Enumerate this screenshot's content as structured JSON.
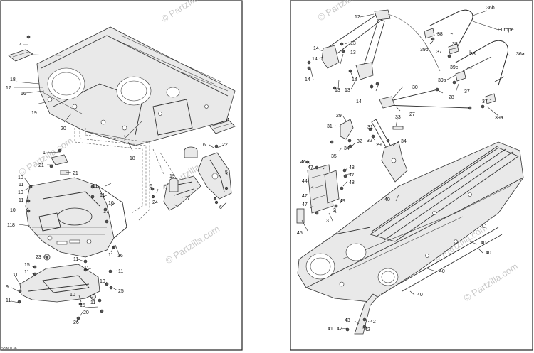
{
  "diagram": {
    "code": "SSM1136",
    "watermark": "© Partzilla.com",
    "callouts_left": [
      {
        "id": "c4a",
        "text": "4"
      },
      {
        "id": "c18a",
        "text": "18"
      },
      {
        "id": "c17a",
        "text": "17"
      },
      {
        "id": "c16a",
        "text": "16"
      },
      {
        "id": "c19a",
        "text": "19"
      },
      {
        "id": "c20a",
        "text": "20"
      },
      {
        "id": "c4b",
        "text": "4"
      },
      {
        "id": "c18b",
        "text": "18"
      },
      {
        "id": "c6a",
        "text": "6"
      },
      {
        "id": "c22",
        "text": "22"
      },
      {
        "id": "c1",
        "text": "1"
      },
      {
        "id": "c21a",
        "text": "21"
      },
      {
        "id": "c21b",
        "text": "21"
      },
      {
        "id": "c10a",
        "text": "10"
      },
      {
        "id": "c11a",
        "text": "11"
      },
      {
        "id": "c10b",
        "text": "10"
      },
      {
        "id": "c11b",
        "text": "11"
      },
      {
        "id": "c10c",
        "text": "10"
      },
      {
        "id": "c11c",
        "text": "11"
      },
      {
        "id": "c11d",
        "text": "11"
      },
      {
        "id": "c10d",
        "text": "10"
      },
      {
        "id": "c17b",
        "text": "17"
      },
      {
        "id": "c11e",
        "text": "11"
      },
      {
        "id": "c8",
        "text": "8"
      },
      {
        "id": "c11f",
        "text": "11"
      },
      {
        "id": "c16b",
        "text": "16"
      },
      {
        "id": "c19b",
        "text": "19"
      },
      {
        "id": "c6b",
        "text": "6"
      },
      {
        "id": "c24",
        "text": "24"
      },
      {
        "id": "c7",
        "text": "7"
      },
      {
        "id": "c5",
        "text": "5"
      },
      {
        "id": "c6c",
        "text": "6"
      },
      {
        "id": "c23",
        "text": "23"
      },
      {
        "id": "c15a",
        "text": "15"
      },
      {
        "id": "c11g",
        "text": "11"
      },
      {
        "id": "c11h",
        "text": "11"
      },
      {
        "id": "c11i",
        "text": "11"
      },
      {
        "id": "c9",
        "text": "9"
      },
      {
        "id": "c11j",
        "text": "11"
      },
      {
        "id": "c11k",
        "text": "11"
      },
      {
        "id": "c11l",
        "text": "11"
      },
      {
        "id": "c10e",
        "text": "10"
      },
      {
        "id": "c11m",
        "text": "11"
      },
      {
        "id": "c15b",
        "text": "15"
      },
      {
        "id": "c20b",
        "text": "20"
      },
      {
        "id": "c26",
        "text": "26"
      },
      {
        "id": "c25",
        "text": "25"
      },
      {
        "id": "c10f",
        "text": "10"
      }
    ],
    "callouts_right": [
      {
        "id": "c12",
        "text": "12"
      },
      {
        "id": "c13a",
        "text": "13"
      },
      {
        "id": "c14a",
        "text": "14"
      },
      {
        "id": "c14b",
        "text": "14"
      },
      {
        "id": "c14c",
        "text": "14"
      },
      {
        "id": "c13b",
        "text": "13"
      },
      {
        "id": "c14d",
        "text": "14"
      },
      {
        "id": "c13c",
        "text": "13"
      },
      {
        "id": "c13d",
        "text": "13"
      },
      {
        "id": "c14e",
        "text": "14"
      },
      {
        "id": "c36b",
        "text": "36b"
      },
      {
        "id": "cEurope",
        "text": "Europe"
      },
      {
        "id": "c38a",
        "text": "38"
      },
      {
        "id": "c39b",
        "text": "39b"
      },
      {
        "id": "c37a",
        "text": "37"
      },
      {
        "id": "c38b",
        "text": "38"
      },
      {
        "id": "c38c",
        "text": "38"
      },
      {
        "id": "c36a",
        "text": "36a"
      },
      {
        "id": "c39c",
        "text": "39c"
      },
      {
        "id": "c39a1",
        "text": "39a"
      },
      {
        "id": "c37b",
        "text": "37"
      },
      {
        "id": "c37c",
        "text": "37"
      },
      {
        "id": "c39a2",
        "text": "39a"
      },
      {
        "id": "c30",
        "text": "30"
      },
      {
        "id": "c28",
        "text": "28"
      },
      {
        "id": "c27",
        "text": "27"
      },
      {
        "id": "c29a",
        "text": "29"
      },
      {
        "id": "c31a",
        "text": "31"
      },
      {
        "id": "c33",
        "text": "33"
      },
      {
        "id": "c31b",
        "text": "31"
      },
      {
        "id": "c32a",
        "text": "32"
      },
      {
        "id": "c34a",
        "text": "34"
      },
      {
        "id": "c32b",
        "text": "32"
      },
      {
        "id": "c29b",
        "text": "29"
      },
      {
        "id": "c34b",
        "text": "34"
      },
      {
        "id": "c35",
        "text": "35"
      },
      {
        "id": "c46",
        "text": "46"
      },
      {
        "id": "c47a",
        "text": "47"
      },
      {
        "id": "c48a",
        "text": "48"
      },
      {
        "id": "c47b",
        "text": "47"
      },
      {
        "id": "c44",
        "text": "44"
      },
      {
        "id": "c48b",
        "text": "48"
      },
      {
        "id": "c47c",
        "text": "47"
      },
      {
        "id": "c49",
        "text": "49"
      },
      {
        "id": "c47d",
        "text": "47"
      },
      {
        "id": "c2",
        "text": "2"
      },
      {
        "id": "c3",
        "text": "3"
      },
      {
        "id": "c45",
        "text": "45"
      },
      {
        "id": "c40a",
        "text": "40"
      },
      {
        "id": "c40b",
        "text": "40"
      },
      {
        "id": "c40c",
        "text": "40"
      },
      {
        "id": "c40d",
        "text": "40"
      },
      {
        "id": "c40e",
        "text": "40"
      },
      {
        "id": "c43",
        "text": "43"
      },
      {
        "id": "c41",
        "text": "41"
      },
      {
        "id": "c42a",
        "text": "42"
      },
      {
        "id": "c42b",
        "text": "42"
      },
      {
        "id": "c42c",
        "text": "42"
      }
    ]
  }
}
